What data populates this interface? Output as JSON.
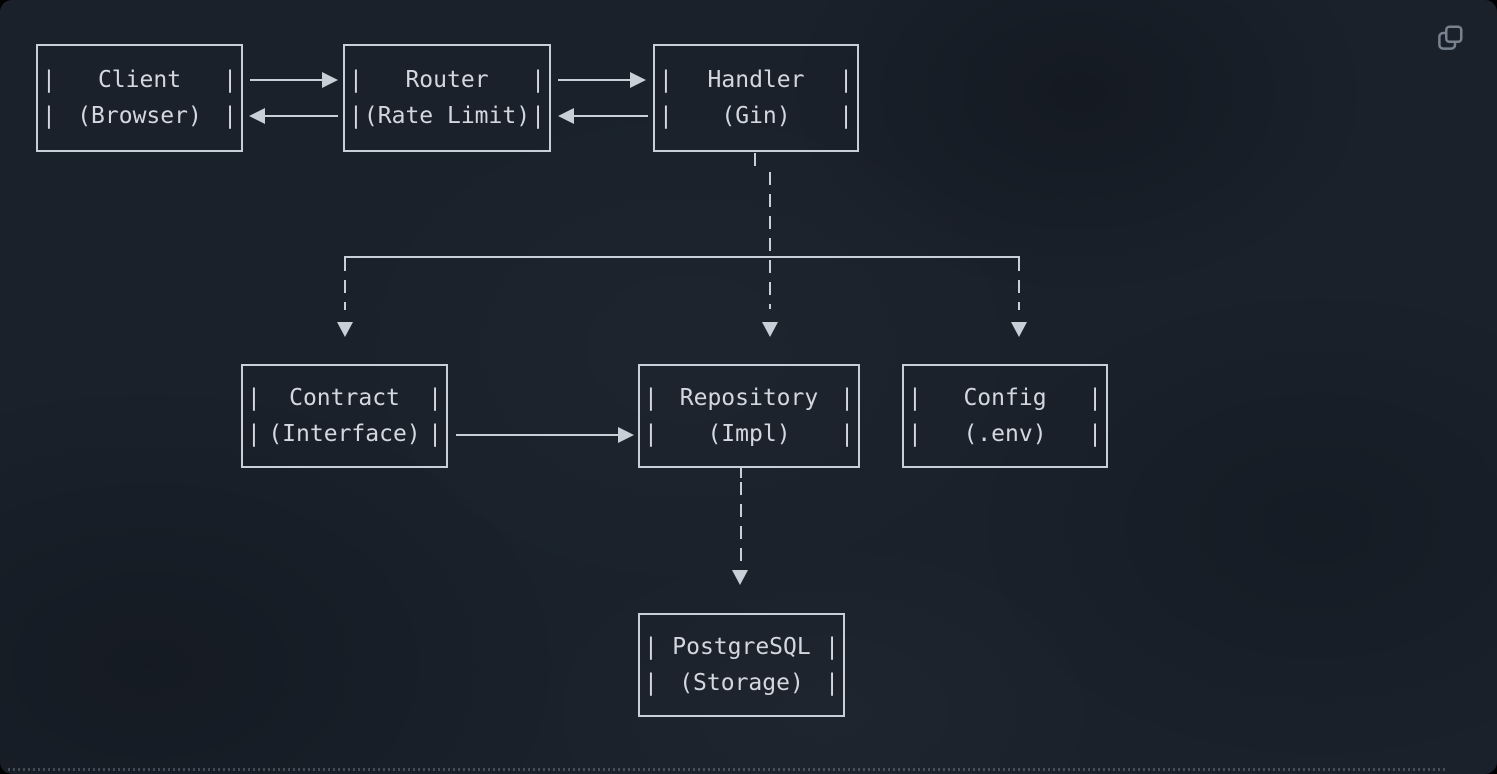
{
  "window": {
    "background": "#1a212b",
    "outer_background": "#000000",
    "line_color": "#c9cfd7",
    "text_color": "#d3d8df"
  },
  "toolbar": {
    "copy_icon_color": "#78828f"
  },
  "diagram": {
    "pipe": "|",
    "nodes": [
      {
        "id": "client",
        "line1": "Client",
        "line2": "(Browser)"
      },
      {
        "id": "router",
        "line1": "Router",
        "line2": "(Rate Limit)"
      },
      {
        "id": "handler",
        "line1": "Handler",
        "line2": "(Gin)"
      },
      {
        "id": "contract",
        "line1": "Contract",
        "line2": "(Interface)"
      },
      {
        "id": "repository",
        "line1": "Repository",
        "line2": "(Impl)"
      },
      {
        "id": "config",
        "line1": "Config",
        "line2": "(.env)"
      },
      {
        "id": "postgresql",
        "line1": "PostgreSQL",
        "line2": "(Storage)"
      }
    ],
    "edges": [
      {
        "from": "Client",
        "to": "Router",
        "style": "solid",
        "direction": "right"
      },
      {
        "from": "Router",
        "to": "Client",
        "style": "solid",
        "direction": "left"
      },
      {
        "from": "Router",
        "to": "Handler",
        "style": "solid",
        "direction": "right"
      },
      {
        "from": "Handler",
        "to": "Router",
        "style": "solid",
        "direction": "left"
      },
      {
        "from": "Handler",
        "to": "Contract",
        "style": "dashed",
        "direction": "down"
      },
      {
        "from": "Handler",
        "to": "Repository",
        "style": "dashed",
        "direction": "down"
      },
      {
        "from": "Handler",
        "to": "Config",
        "style": "dashed",
        "direction": "down"
      },
      {
        "from": "Contract",
        "to": "Repository",
        "style": "solid",
        "direction": "right"
      },
      {
        "from": "Repository",
        "to": "PostgreSQL",
        "style": "dashed",
        "direction": "down"
      }
    ]
  }
}
